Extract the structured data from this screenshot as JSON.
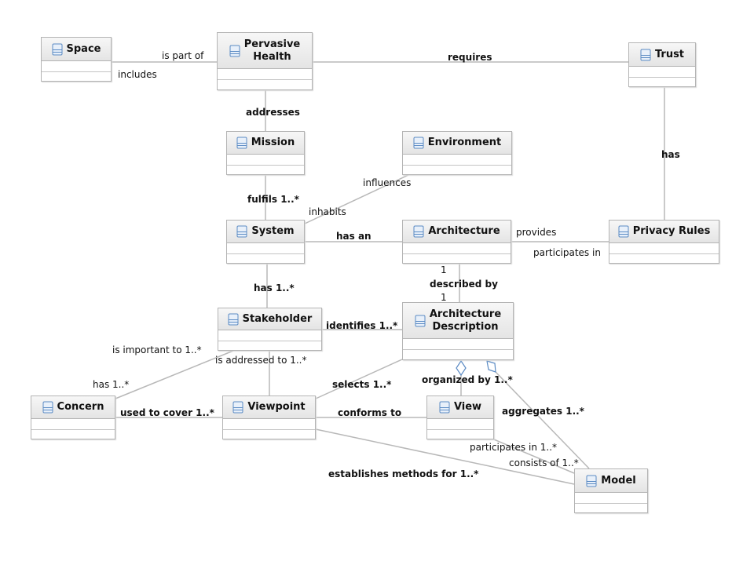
{
  "diagram": {
    "type": "UML class diagram",
    "classes": {
      "space": "Space",
      "pervasive_health_1": "Pervasive",
      "pervasive_health_2": "Health",
      "trust": "Trust",
      "mission": "Mission",
      "environment": "Environment",
      "system": "System",
      "architecture": "Architecture",
      "privacy_rules": "Privacy Rules",
      "stakeholder": "Stakeholder",
      "architecture_description_1": "Architecture",
      "architecture_description_2": "Description",
      "concern": "Concern",
      "viewpoint": "Viewpoint",
      "view": "View",
      "model": "Model"
    },
    "labels": {
      "is_part_of": "is part of",
      "includes": "includes",
      "requires": "requires",
      "addresses": "addresses",
      "has_trust": "has",
      "influences": "influences",
      "inhabits": "inhabits",
      "fulfils": "fulfils 1..*",
      "has_an": "has an",
      "provides": "provides",
      "participates_in": "participates in",
      "one_top": "1",
      "described_by": "described by",
      "one_bottom": "1",
      "has_stakeholders": "has 1..*",
      "identifies": "identifies 1..*",
      "is_important_to": "is important to 1..*",
      "is_addressed_to": "is addressed to 1..*",
      "has_concerns": "has 1..*",
      "selects": "selects 1..*",
      "organized_by": "organized by 1..*",
      "used_to_cover": "used to cover 1..*",
      "conforms_to": "conforms to",
      "aggregates": "aggregates 1..*",
      "participates_in_many": "participates in 1..*",
      "consists_of": "consists of 1..*",
      "establishes_methods_for": "establishes methods for 1..*"
    },
    "colors": {
      "line": "#b8b8b8",
      "icon_stroke": "#5b8bc4",
      "icon_fill": "#e8f0fa"
    }
  }
}
